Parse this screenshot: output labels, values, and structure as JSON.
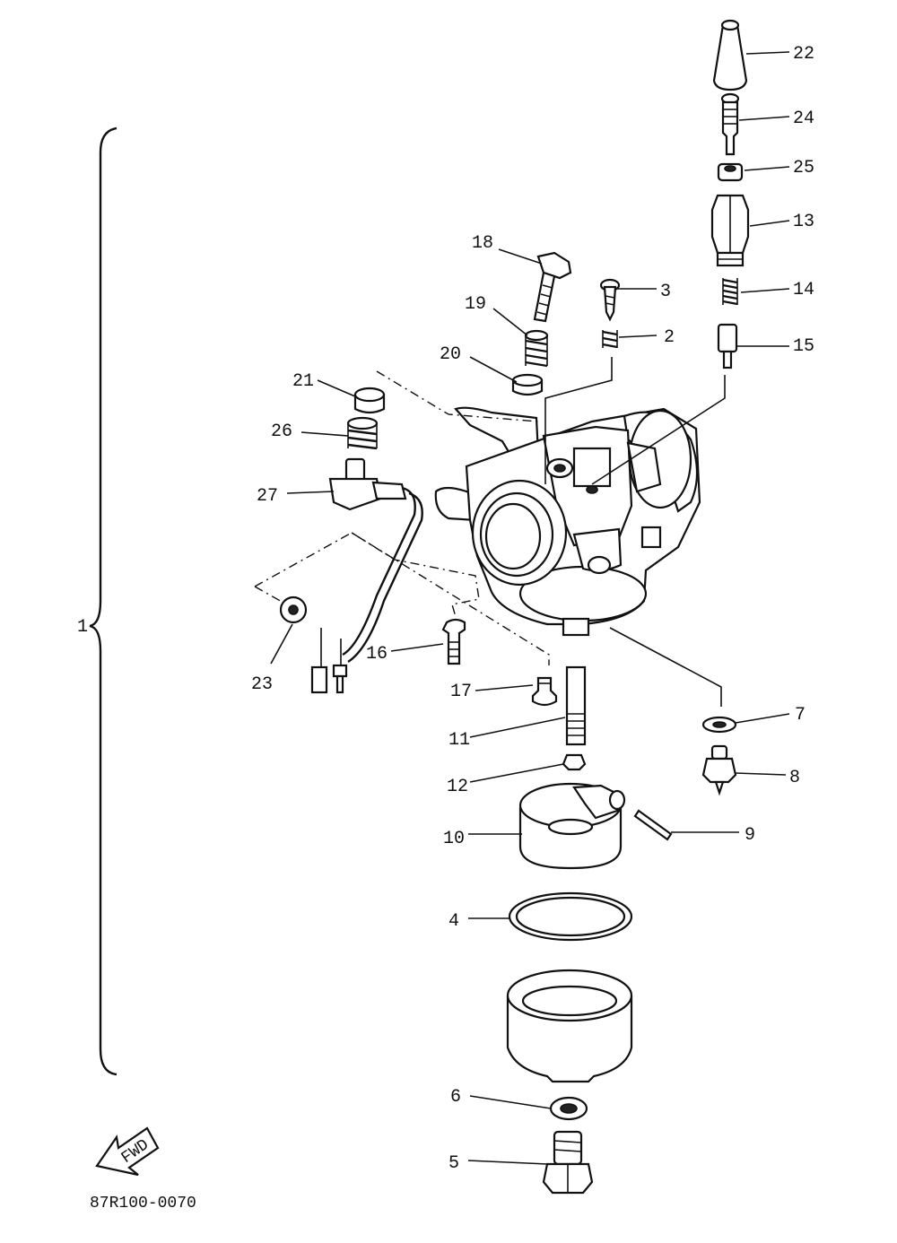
{
  "diagram": {
    "labels": {
      "l1": "1",
      "l2": "2",
      "l3": "3",
      "l4": "4",
      "l5": "5",
      "l6": "6",
      "l7": "7",
      "l8": "8",
      "l9": "9",
      "l10": "10",
      "l11": "11",
      "l12": "12",
      "l13": "13",
      "l14": "14",
      "l15": "15",
      "l16": "16",
      "l17": "17",
      "l18": "18",
      "l19": "19",
      "l20": "20",
      "l21": "21",
      "l22": "22",
      "l23": "23",
      "l24": "24",
      "l25": "25",
      "l26": "26",
      "l27": "27"
    },
    "fwd_label": "FWD",
    "drawing_code": "87R100-0070"
  }
}
